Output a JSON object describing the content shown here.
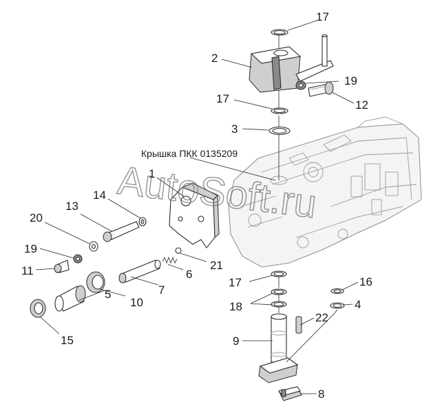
{
  "caption": "Крышка ПКК 0135209",
  "watermark": "AutoSoft.ru",
  "callouts": [
    "17",
    "2",
    "19",
    "12",
    "17",
    "3",
    "1",
    "14",
    "13",
    "20",
    "19",
    "11",
    "10",
    "7",
    "6",
    "21",
    "5",
    "15",
    "17",
    "16",
    "18",
    "4",
    "22",
    "9",
    "8"
  ]
}
